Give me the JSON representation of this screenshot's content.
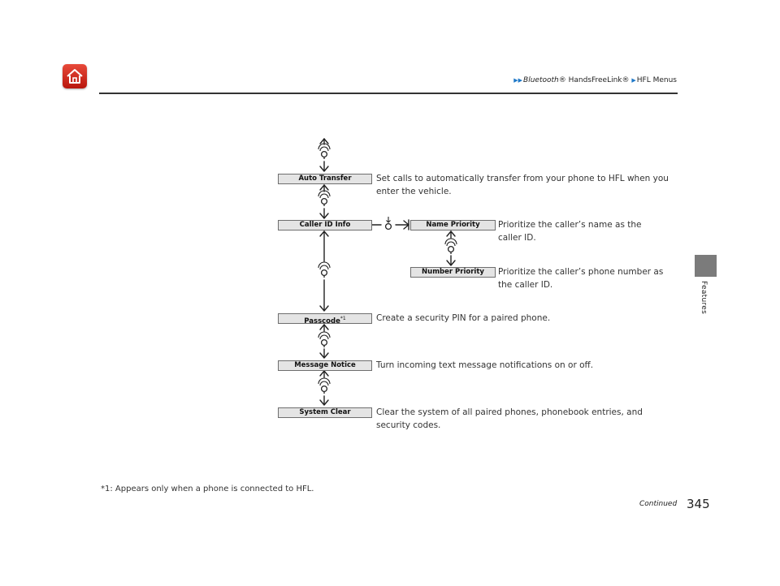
{
  "header": {
    "breadcrumb": {
      "bluetooth": "Bluetooth",
      "handsfreelink": "® HandsFreeLink®",
      "hfl_menus": "HFL Menus"
    }
  },
  "side_tab": {
    "label": "Features"
  },
  "menu": {
    "auto_transfer": {
      "label": "Auto Transfer",
      "desc": "Set calls to automatically transfer from your phone to HFL when you enter the vehicle."
    },
    "caller_id": {
      "label": "Caller ID Info"
    },
    "name_priority": {
      "label": "Name Priority",
      "desc": "Prioritize the caller’s name as the caller ID."
    },
    "number_priority": {
      "label": "Number Priority",
      "desc": "Prioritize the caller’s phone number as the caller ID."
    },
    "passcode": {
      "label": "Passcode",
      "footnote_ref": "*1",
      "desc": "Create a security PIN for a paired phone."
    },
    "message_notice": {
      "label": "Message Notice",
      "desc": "Turn incoming text message notifications on or off."
    },
    "system_clear": {
      "label": "System Clear",
      "desc": "Clear the system of all paired phones, phonebook entries, and security codes."
    }
  },
  "footnote": "*1: Appears only when a phone is connected to HFL.",
  "footer": {
    "continued": "Continued",
    "page_number": "345"
  },
  "colors": {
    "home_button": "#cc2a1f",
    "breadcrumb_arrow": "#1e78c8",
    "side_tab": "#7b7b7b"
  }
}
